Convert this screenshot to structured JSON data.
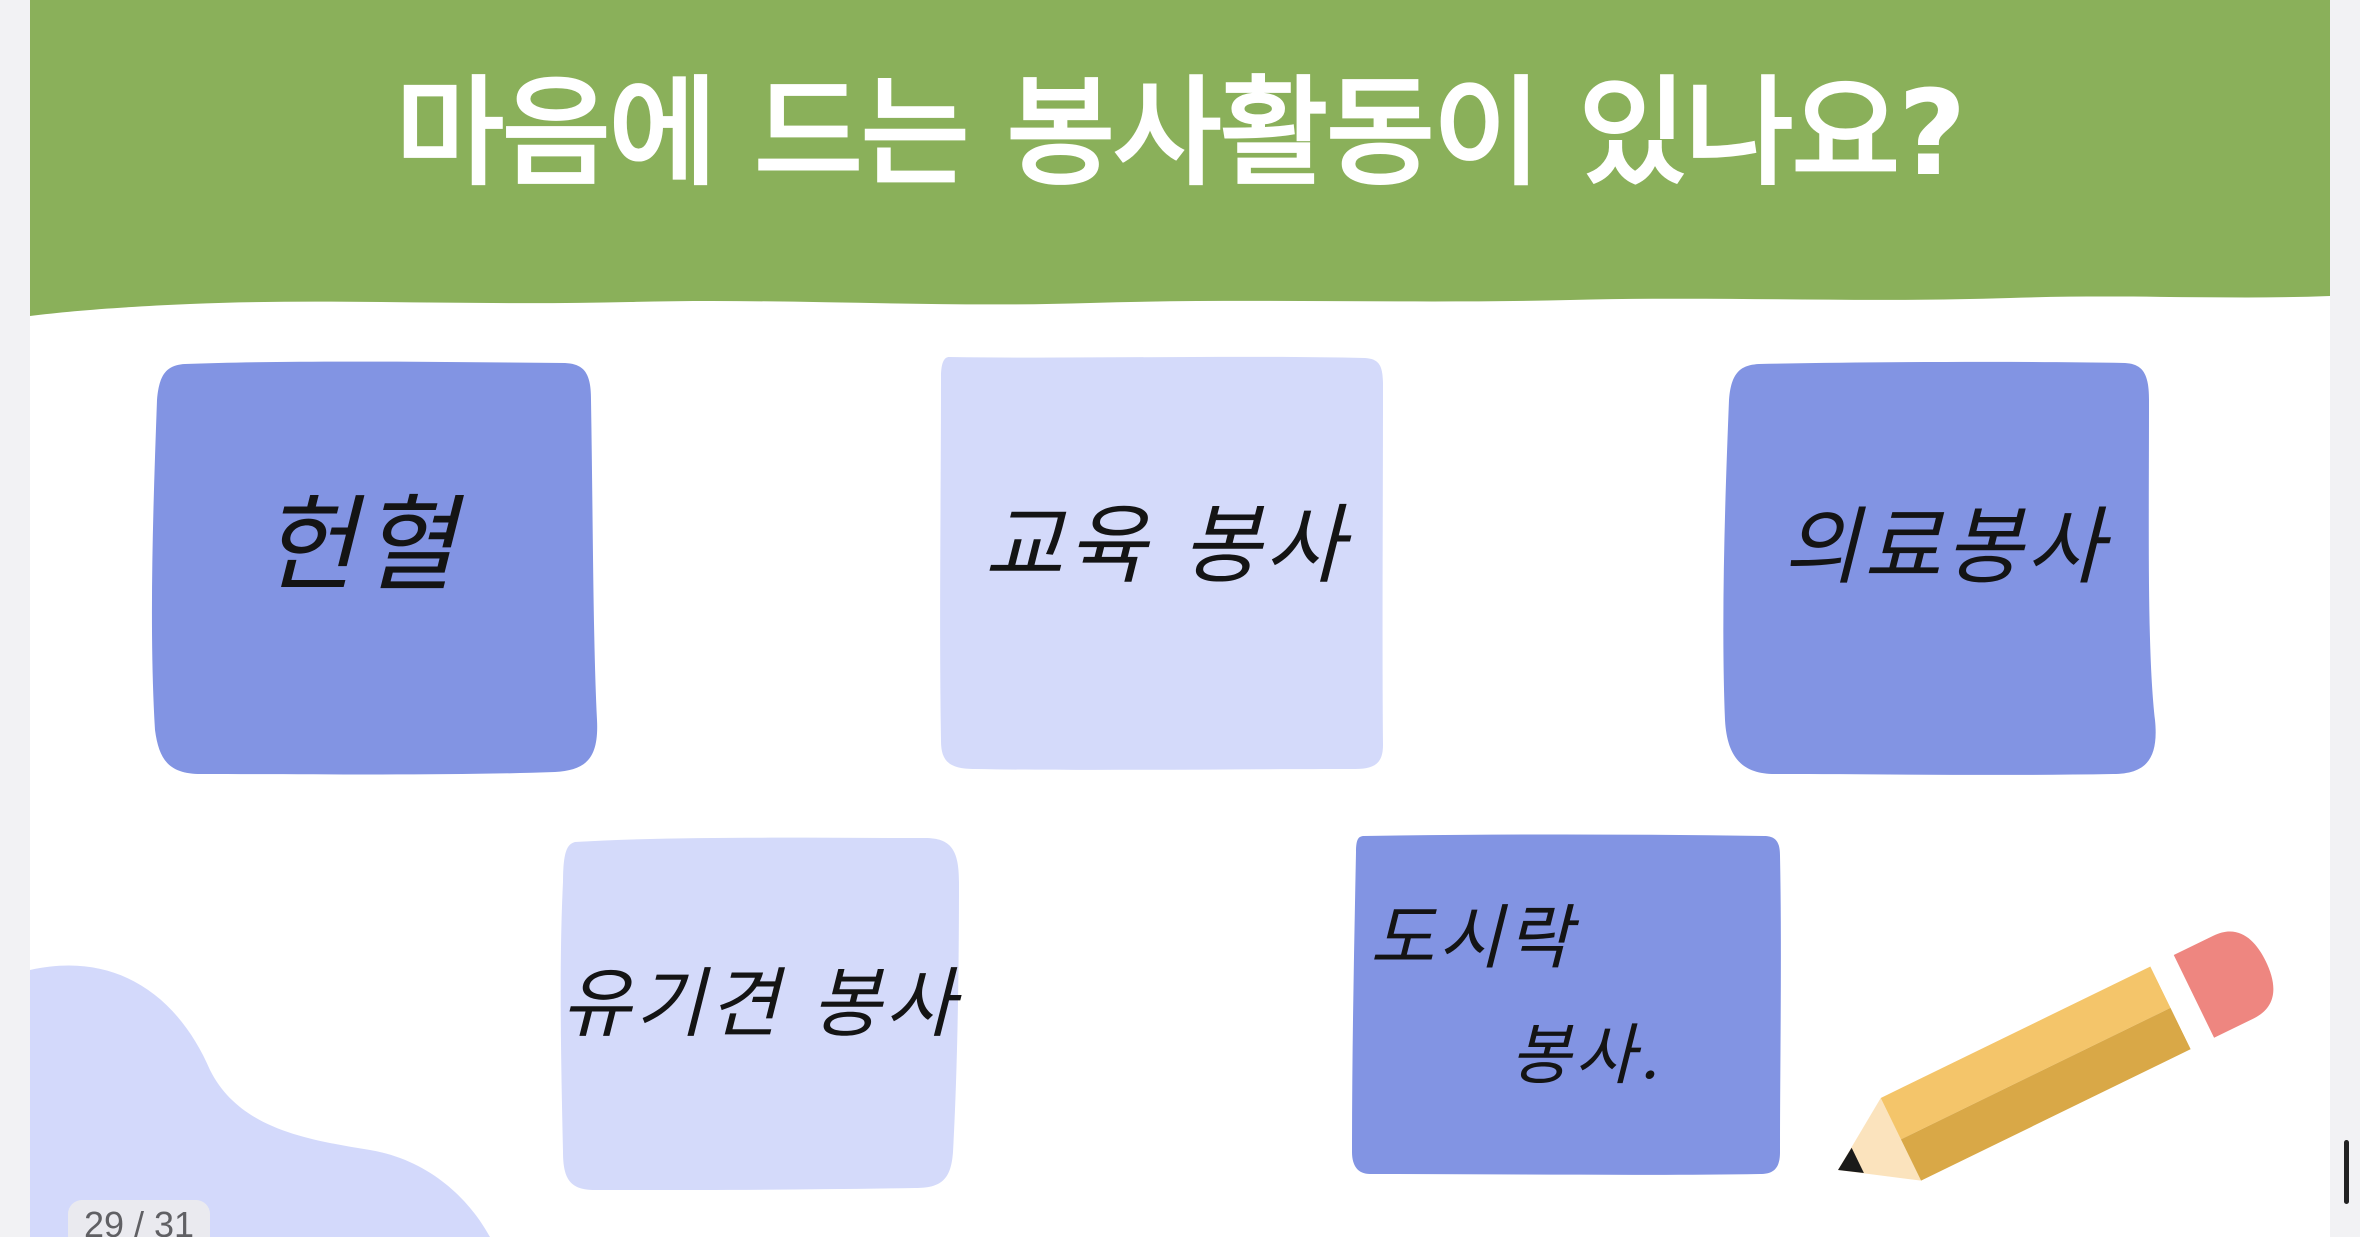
{
  "slide": {
    "title": "마음에 드는 봉사활동이 있나요?",
    "colors": {
      "banner": "#8ab05a",
      "card_dark": "#8294e3",
      "card_light": "#d4dafa",
      "blob": "#d3d9fb",
      "pencil_body": "#f4c56a",
      "pencil_shadow": "#d9a847",
      "pencil_eraser": "#ee8680",
      "pencil_wood": "#fbe3bd"
    },
    "cards": [
      {
        "label": "헌혈",
        "tone": "dark"
      },
      {
        "label": "교육 봉사",
        "tone": "light"
      },
      {
        "label": "의료봉사",
        "tone": "dark"
      },
      {
        "label": "유기견 봉사",
        "tone": "light"
      },
      {
        "label_line1": "도시락",
        "label_line2": "봉사.",
        "tone": "dark"
      }
    ],
    "decorations": {
      "blob_icon": "corner-blob-shape",
      "pencil_icon": "pencil-icon"
    }
  },
  "viewer": {
    "page_indicator": "29 / 31"
  }
}
